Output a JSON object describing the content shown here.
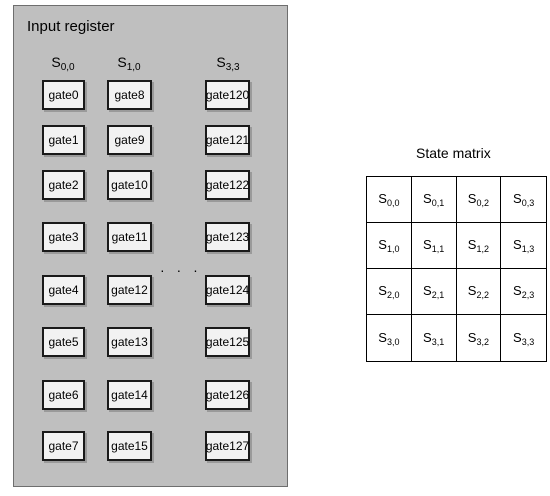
{
  "input_register": {
    "title": "Input register",
    "column_labels": [
      {
        "base": "S",
        "sub": "0,0"
      },
      {
        "base": "S",
        "sub": "1,0"
      },
      {
        "base": "S",
        "sub": "3,3"
      }
    ],
    "columns": [
      [
        "gate0",
        "gate1",
        "gate2",
        "gate3",
        "gate4",
        "gate5",
        "gate6",
        "gate7"
      ],
      [
        "gate8",
        "gate9",
        "gate10",
        "gate11",
        "gate12",
        "gate13",
        "gate14",
        "gate15"
      ],
      [
        "gate120",
        "gate121",
        "gate122",
        "gate123",
        "gate124",
        "gate125",
        "gate126",
        "gate127"
      ]
    ],
    "ellipsis": "· · ·"
  },
  "state_matrix": {
    "title": "State matrix",
    "rows": [
      [
        {
          "base": "S",
          "sub": "0,0"
        },
        {
          "base": "S",
          "sub": "0,1"
        },
        {
          "base": "S",
          "sub": "0,2"
        },
        {
          "base": "S",
          "sub": "0,3"
        }
      ],
      [
        {
          "base": "S",
          "sub": "1,0"
        },
        {
          "base": "S",
          "sub": "1,1"
        },
        {
          "base": "S",
          "sub": "1,2"
        },
        {
          "base": "S",
          "sub": "1,3"
        }
      ],
      [
        {
          "base": "S",
          "sub": "2,0"
        },
        {
          "base": "S",
          "sub": "2,1"
        },
        {
          "base": "S",
          "sub": "2,2"
        },
        {
          "base": "S",
          "sub": "2,3"
        }
      ],
      [
        {
          "base": "S",
          "sub": "3,0"
        },
        {
          "base": "S",
          "sub": "3,1"
        },
        {
          "base": "S",
          "sub": "3,2"
        },
        {
          "base": "S",
          "sub": "3,3"
        }
      ]
    ]
  }
}
